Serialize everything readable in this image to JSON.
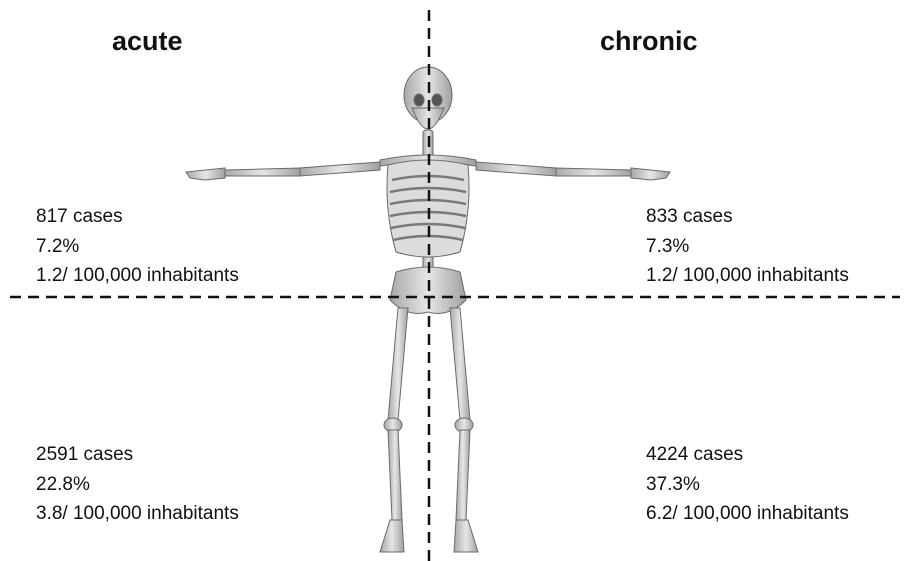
{
  "headings": {
    "left": "acute",
    "right": "chronic"
  },
  "quadrants": {
    "upper_left": {
      "cases": "817 cases",
      "percent": "7.2%",
      "rate": "1.2/ 100,000 inhabitants"
    },
    "upper_right": {
      "cases": "833 cases",
      "percent": "7.3%",
      "rate": "1.2/ 100,000 inhabitants"
    },
    "lower_left": {
      "cases": "2591 cases",
      "percent": "22.8%",
      "rate": "3.8/ 100,000 inhabitants"
    },
    "lower_right": {
      "cases": "4224 cases",
      "percent": "37.3%",
      "rate": "6.2/ 100,000 inhabitants"
    }
  },
  "colors": {
    "bone": "#d4d4d4",
    "bone_outline": "#6a6a6a",
    "divider": "#111111"
  },
  "icons": {
    "figure": "skeleton-icon"
  }
}
